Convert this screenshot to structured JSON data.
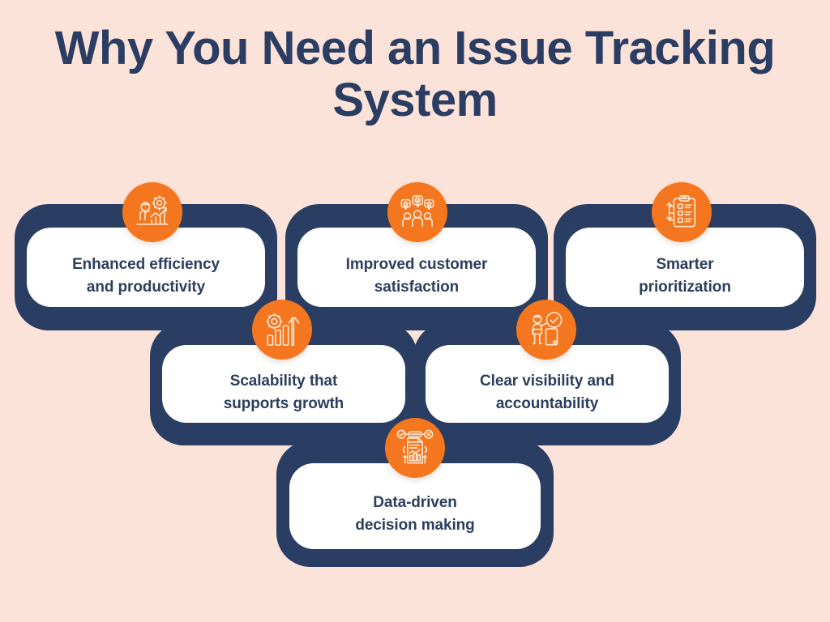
{
  "title": {
    "line1": "Why You Need an Issue Tracking",
    "line2": "System"
  },
  "colors": {
    "background": "#FCE3D9",
    "navy": "#2A3E63",
    "orange": "#F4761F",
    "card": "#FFFFFF",
    "text": "#2C3E5E"
  },
  "cards": [
    {
      "id": "enhanced-efficiency",
      "line1": "Enhanced efficiency",
      "line2": "and productivity",
      "icon": "person-gear-growth-chart-icon"
    },
    {
      "id": "improved-customer-satisfaction",
      "line1": "Improved customer",
      "line2": "satisfaction",
      "icon": "people-feedback-stars-icon"
    },
    {
      "id": "smarter-prioritization",
      "line1": "Smarter",
      "line2": "prioritization",
      "icon": "clipboard-sort-checklist-icon"
    },
    {
      "id": "scalability-supports-growth",
      "line1": "Scalability that",
      "line2": "supports growth",
      "icon": "gear-bar-chart-arrow-up-icon"
    },
    {
      "id": "clear-visibility-accountability",
      "line1": "Clear visibility and",
      "line2": "accountability",
      "icon": "person-presenting-check-icon"
    },
    {
      "id": "data-driven-decision-making",
      "line1": "Data-driven",
      "line2": "decision making",
      "icon": "report-document-decision-nodes-icon"
    }
  ]
}
